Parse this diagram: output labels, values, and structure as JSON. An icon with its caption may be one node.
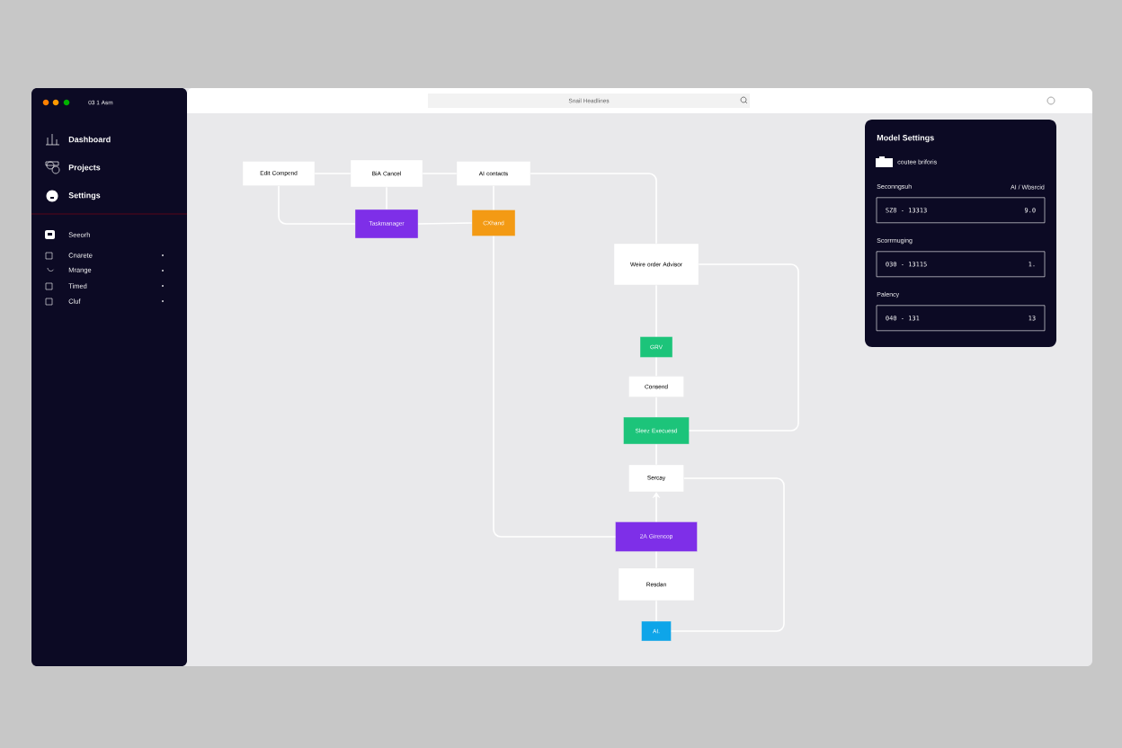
{
  "diagram": {
    "nodes": [
      {
        "text": [
          "Edit Compend"
        ]
      },
      {
        "text": [
          "BiA Cancel"
        ]
      },
      {
        "text": [
          "AI contacts"
        ]
      },
      {
        "text": [
          "Taskmanager"
        ]
      },
      {
        "text": [
          "CXhand"
        ]
      },
      {
        "text": [
          "Weire order Advisor"
        ]
      },
      {
        "text": [
          "GRV"
        ]
      },
      {
        "text": [
          "Consend"
        ]
      },
      {
        "text": [
          "Sleez Execuesd"
        ]
      },
      {
        "text": [
          "Sercay"
        ]
      },
      {
        "text": [
          "2A Girencop"
        ]
      },
      {
        "text": [
          "Resdan"
        ]
      },
      {
        "text": [
          "AI."
        ]
      },
      {
        "text": [
          "03 1 Asm",
          "Dashboard",
          "Projects",
          "Settings",
          "Seeorh",
          "Cnarete",
          "Mrange",
          "Timed",
          "Cluf"
        ]
      },
      {
        "text": [
          "Snail Headlines"
        ]
      },
      {
        "text": [
          "Model Settings",
          "coutee briforis",
          "Seconngsuh",
          "AI / Wbsrcid",
          "Scorrmuging",
          "Palency"
        ]
      },
      {
        "text": [
          "SZ8 - 13313",
          "9.0"
        ],
        "in": 15
      },
      {
        "text": [
          "030 - 13115",
          "1."
        ],
        "in": 15
      },
      {
        "text": [
          "040 - 131",
          "13"
        ],
        "in": 15
      }
    ],
    "edges": [
      {
        "from": 0,
        "to": 1,
        "arrow": "none"
      },
      {
        "from": 1,
        "to": 2,
        "arrow": "none"
      },
      {
        "from": 2,
        "to": 5,
        "arrow": "none"
      },
      {
        "from": 0,
        "to": 3,
        "arrow": "none"
      },
      {
        "from": 1,
        "to": 3,
        "arrow": "none"
      },
      {
        "from": 3,
        "to": 4,
        "arrow": "none"
      },
      {
        "from": 2,
        "to": 4,
        "arrow": "none"
      },
      {
        "from": 4,
        "to": 10,
        "arrow": "none"
      },
      {
        "from": 5,
        "to": 6,
        "arrow": "none"
      },
      {
        "from": 6,
        "to": 7,
        "arrow": "none"
      },
      {
        "from": 7,
        "to": 8,
        "arrow": "none"
      },
      {
        "from": 8,
        "to": 9,
        "arrow": "none"
      },
      {
        "from": 5,
        "to": 8,
        "arrow": "none"
      },
      {
        "from": 10,
        "to": 9,
        "arrow": "to"
      },
      {
        "from": 10,
        "to": 11,
        "arrow": "none"
      },
      {
        "from": 11,
        "to": 12,
        "arrow": "none"
      },
      {
        "from": 9,
        "to": 12,
        "arrow": "none"
      }
    ]
  }
}
